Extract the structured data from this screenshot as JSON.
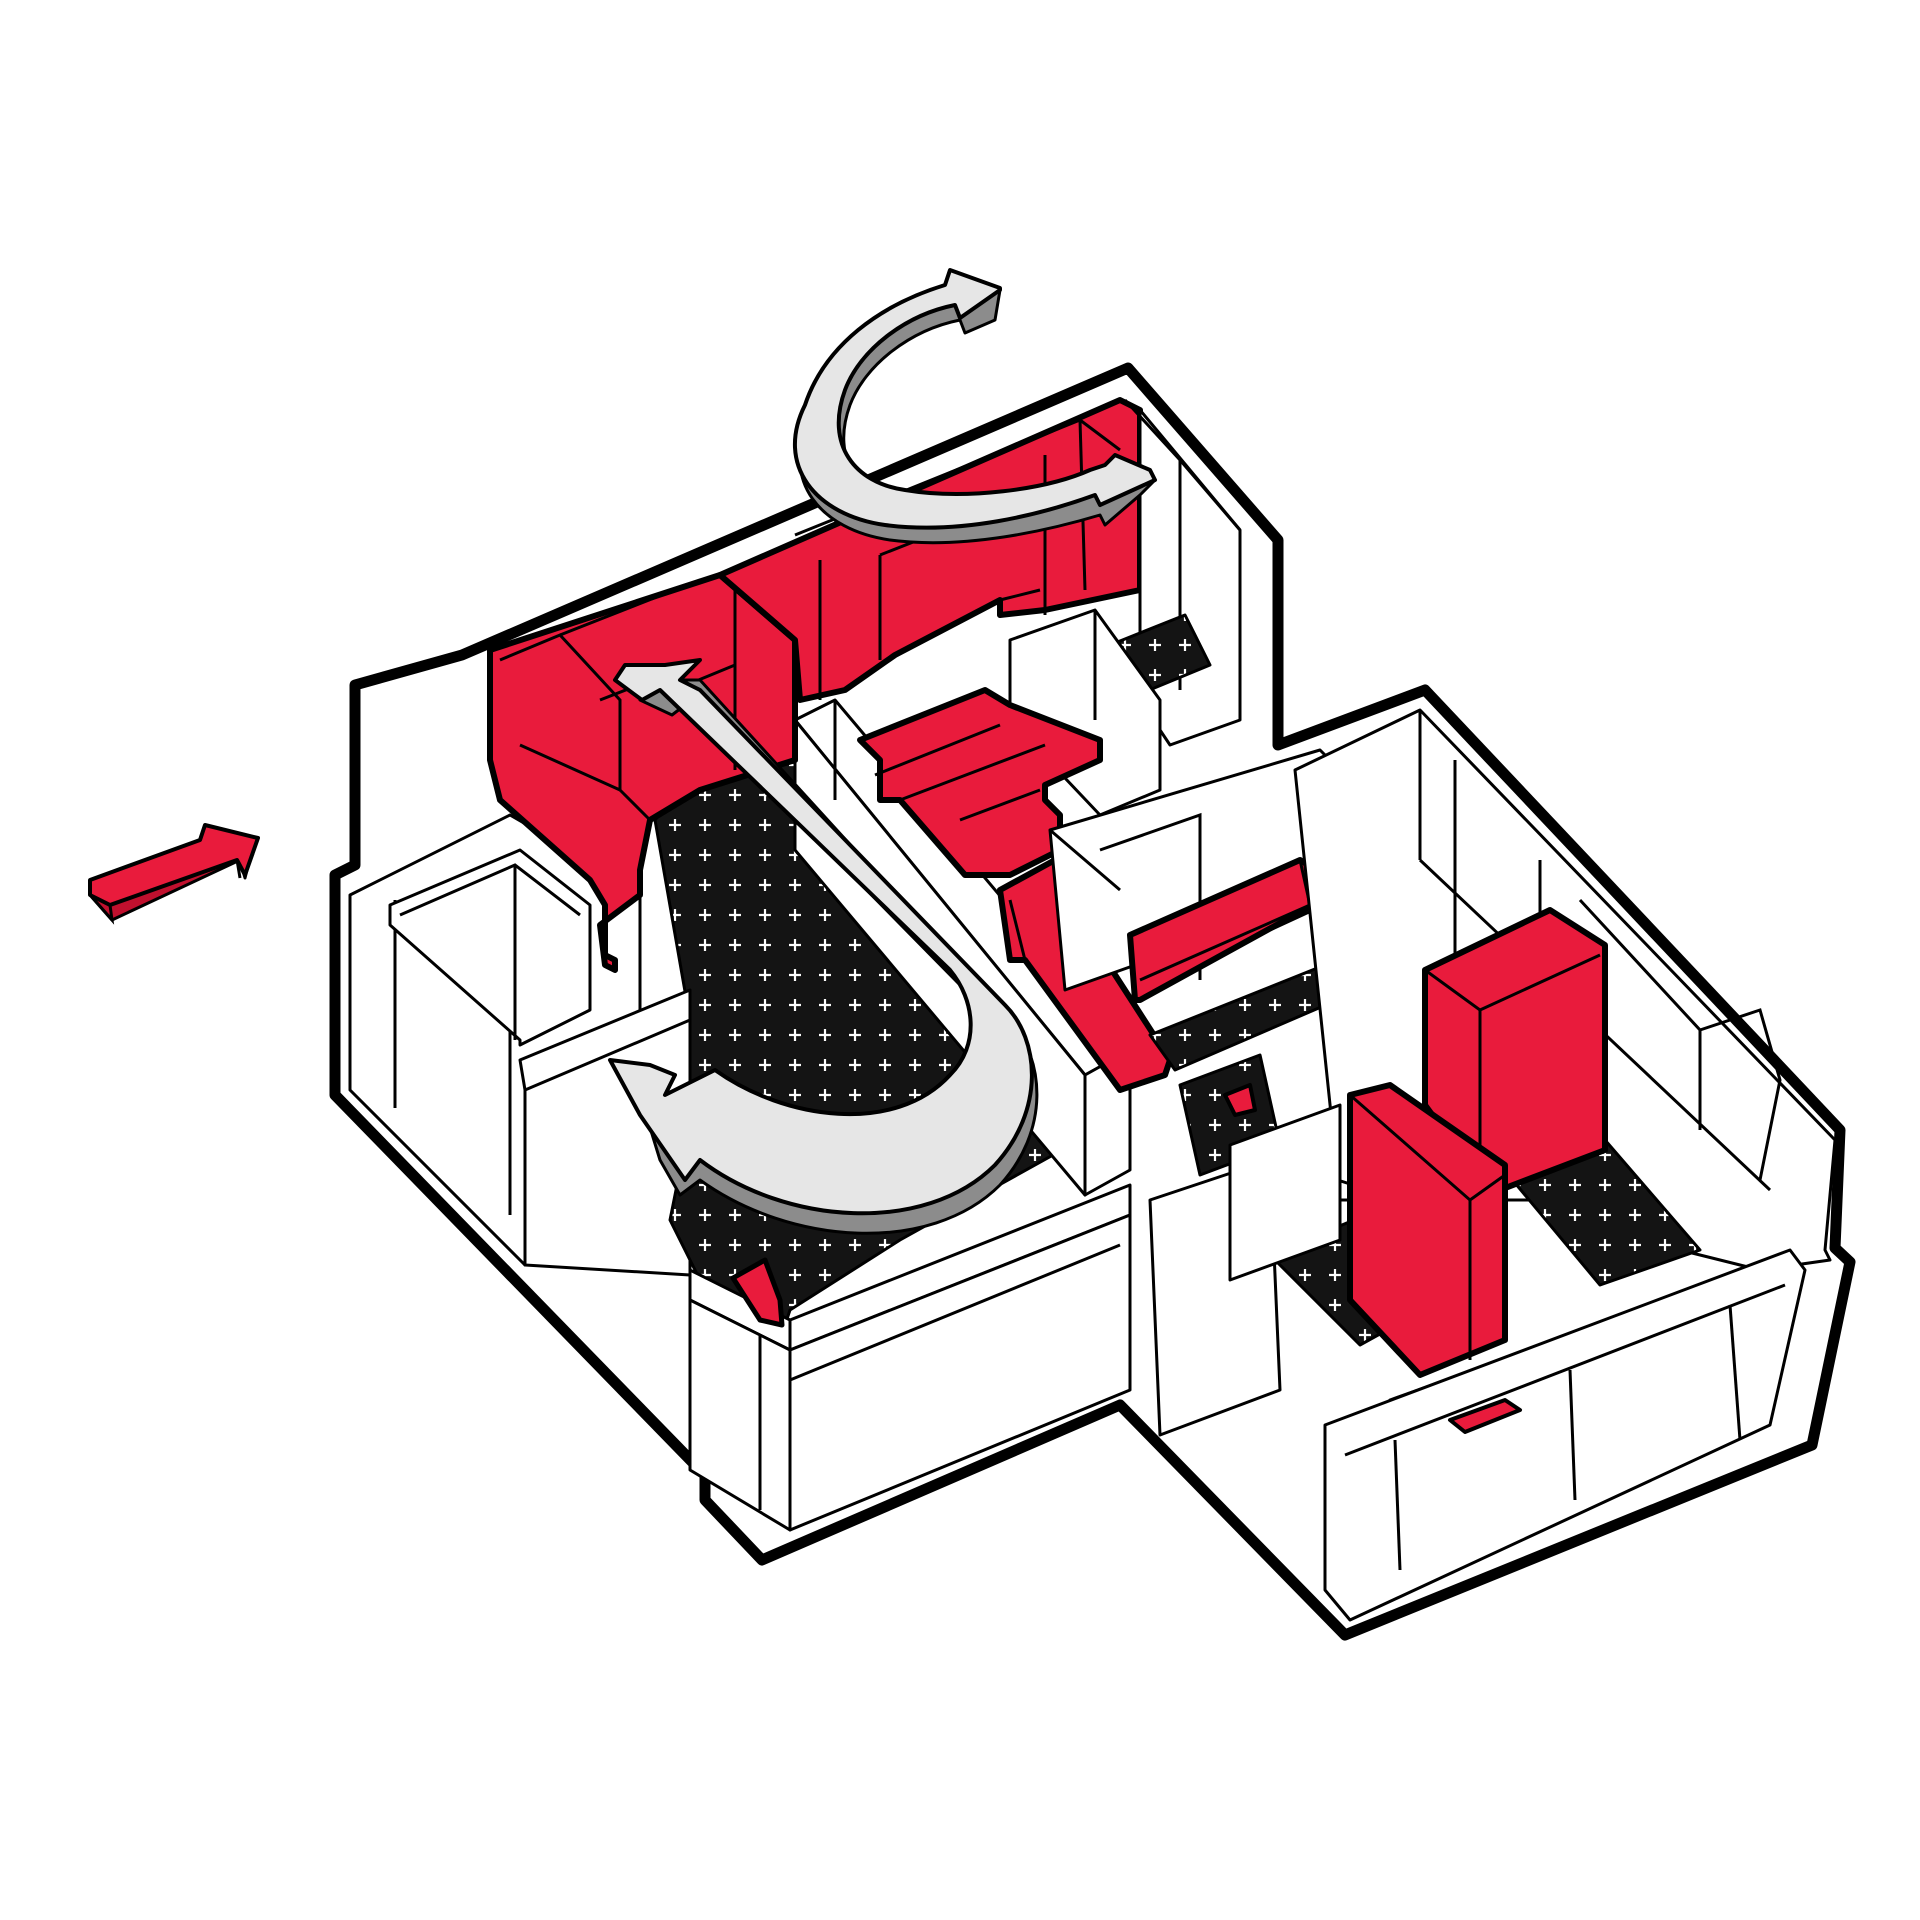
{
  "title": "",
  "colors": {
    "accent_red": "#e91b3c",
    "red_shade": "#c0102e",
    "floor_dark": "#141414",
    "floor_mark": "#ffffff",
    "wall_fill": "#ffffff",
    "outline": "#000000",
    "arrow_grey": "#e6e6e6",
    "arrow_grey_side": "#8c8c8c",
    "background": "#ffffff"
  },
  "elements": {
    "entry_arrow": "entry-arrow",
    "flow_arrow_top": "curved-flow-arrow",
    "flow_arrow_main": "u-turn-flow-arrow",
    "floor_pattern": "plus-pattern"
  }
}
